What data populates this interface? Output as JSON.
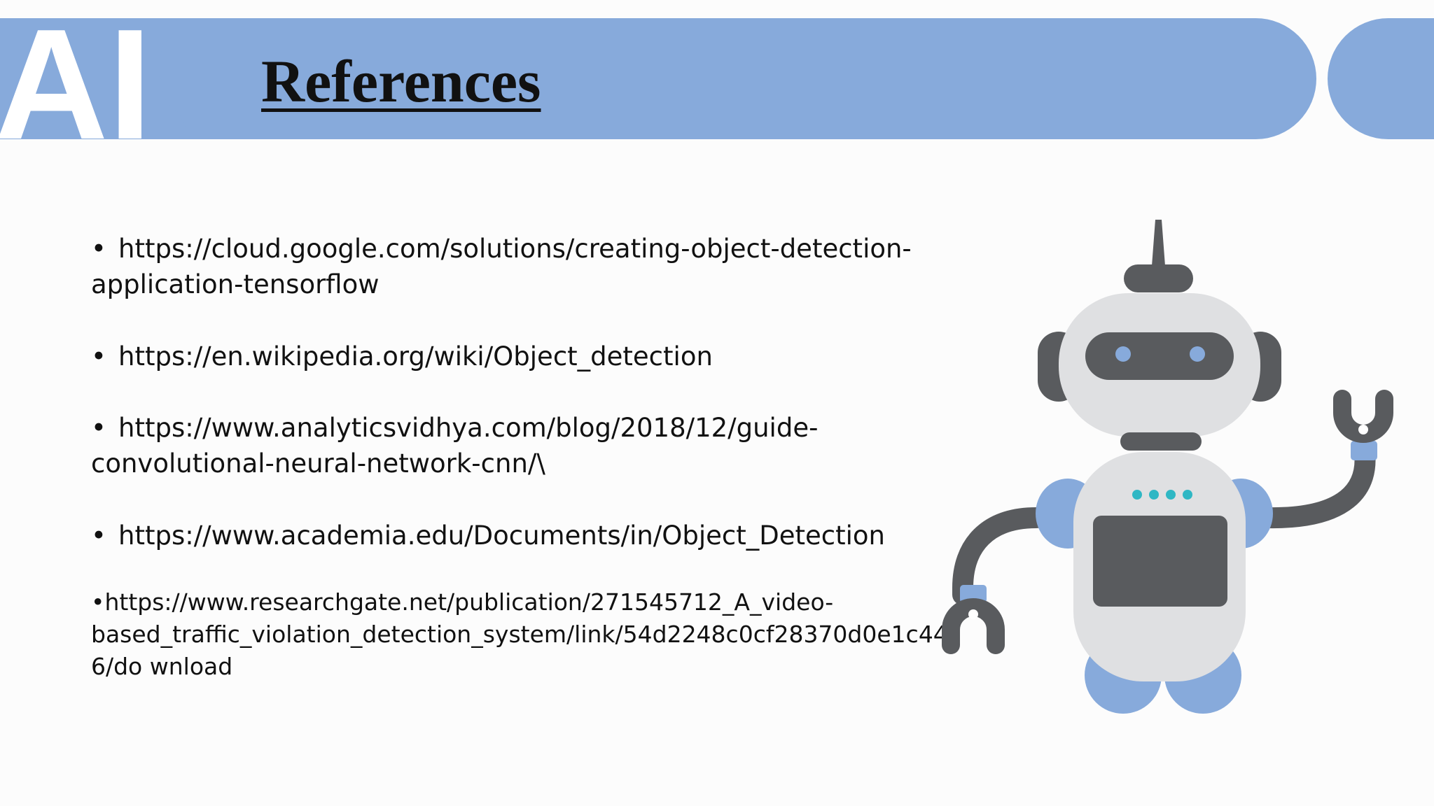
{
  "slide": {
    "logo_text": "AI",
    "title": "References",
    "bullet": "•",
    "references": [
      {
        "url": "https://cloud.google.com/solutions/creating-object-detection-",
        "cont": "application-tensorflow"
      },
      {
        "url": "https://en.wikipedia.org/wiki/Object_detection"
      },
      {
        "url": "https://www.analyticsvidhya.com/blog/2018/12/guide-",
        "cont": "convolutional-neural-network-cnn/\\"
      },
      {
        "url": "https://www.academia.edu/Documents/in/Object_Detection"
      }
    ],
    "last_reference": {
      "line1": "•https://www.researchgate.net/publication/271545712_A_video-",
      "line2": "based_traffic_violation_detection_system/link/54d2248c0cf28370d0e1c44",
      "line3": "6/do wnload"
    }
  },
  "colors": {
    "banner": "#87aadb",
    "robot_gray": "#595b5e",
    "robot_light": "#dfe0e2",
    "robot_blue": "#87aadb",
    "robot_teal": "#2fb7c4"
  },
  "icons": [
    "robot-illustration",
    "ai-head-logo"
  ]
}
